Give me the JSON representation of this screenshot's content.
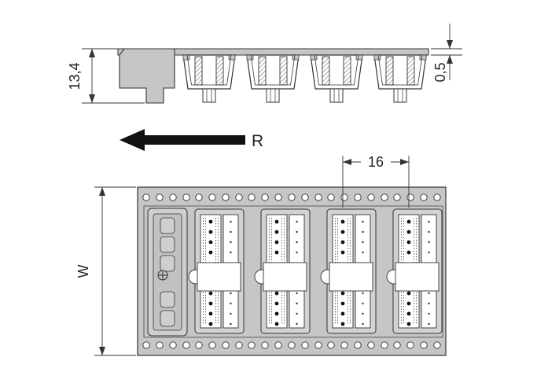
{
  "diagram": {
    "side_view": {
      "height_dim": "13,4",
      "tape_thickness_dim": "0,5",
      "reel_direction_label": "R"
    },
    "top_view": {
      "pitch_dim": "16",
      "tape_width_dim": "W"
    },
    "colors": {
      "tape_fill": "#c6c6c6",
      "pocket_fill": "#d2d2d2",
      "line": "#333333",
      "background": "#ffffff"
    }
  }
}
